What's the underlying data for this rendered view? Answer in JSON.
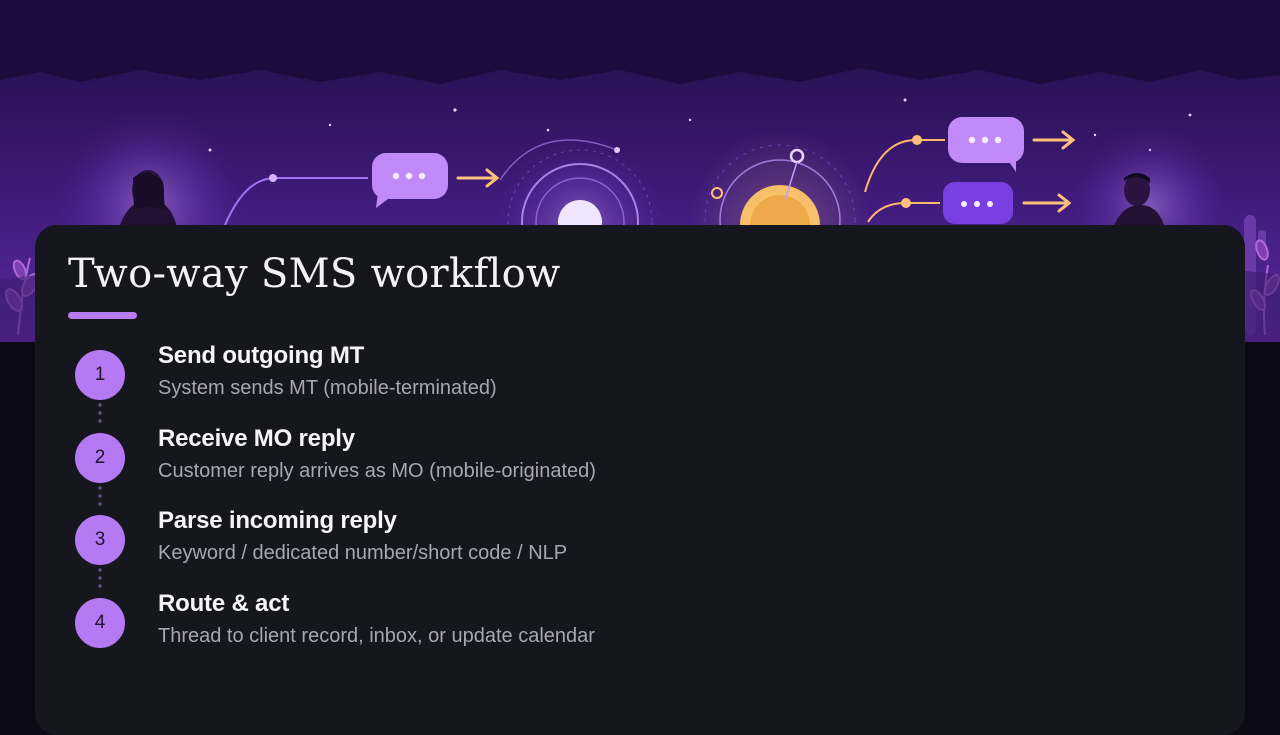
{
  "title": "Two-way SMS workflow",
  "steps": [
    {
      "number": "1",
      "title": "Send outgoing MT",
      "description": "System sends MT (mobile-terminated)"
    },
    {
      "number": "2",
      "title": "Receive MO reply",
      "description": "Customer reply arrives as MO (mobile-originated)"
    },
    {
      "number": "3",
      "title": "Parse incoming reply",
      "description": "Keyword / dedicated number/short code / NLP"
    },
    {
      "number": "4",
      "title": "Route & act",
      "description": "Thread to client record, inbox, or update calendar"
    }
  ],
  "colors": {
    "accent": "#b57af3",
    "card_background": "#16161e",
    "page_background": "#0b0a16",
    "title_text": "#f3f1f7",
    "description_text": "#a7a6b4"
  },
  "banner": {
    "description_icons": [
      "person-left-icon",
      "chat-bubble-icon",
      "arrow-right-icon",
      "orbit-node-icon",
      "gear-icon",
      "chat-bubble-icon",
      "person-right-icon",
      "plant-icon",
      "cactus-icon"
    ]
  }
}
